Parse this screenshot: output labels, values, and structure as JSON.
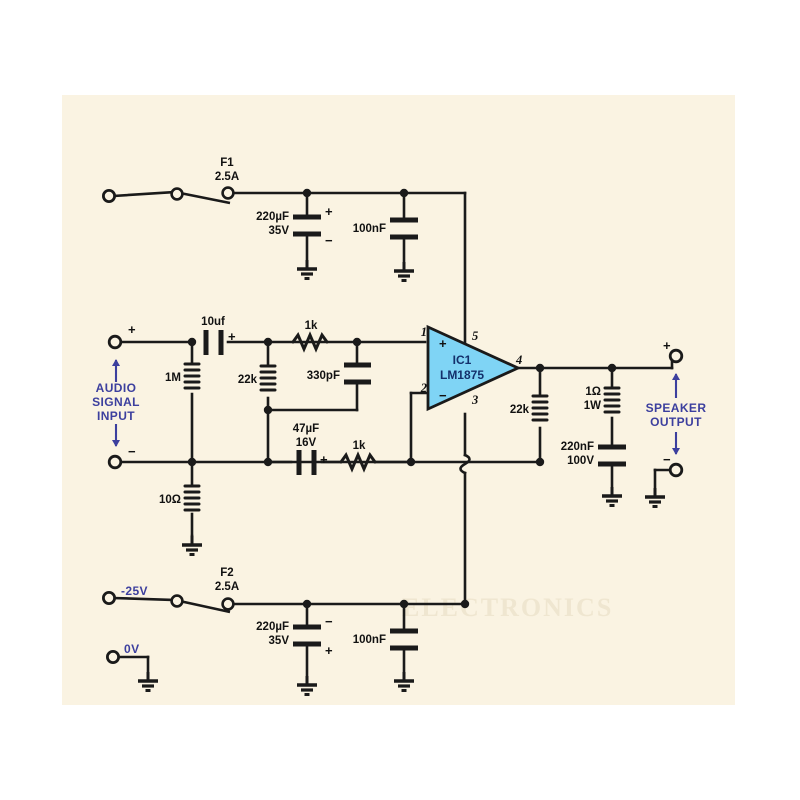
{
  "page": {
    "title": "LM1875 Audio Power Amplifier Schematic",
    "paper_color": "#faf3e2",
    "wire_color": "#1a1a1a",
    "ic_fill_color": "#7fd4f5",
    "annotation_color": "#3c3f9e",
    "watermark_text": "ELECTRONICS"
  },
  "ic": {
    "designator": "IC1",
    "part_number": "LM1875",
    "plus_symbol": "+",
    "minus_symbol": "−",
    "pins": {
      "in_noninv": "1",
      "in_inv": "2",
      "v_neg": "3",
      "output": "4",
      "v_pos": "5"
    }
  },
  "fuses": [
    {
      "ref": "F1",
      "rating": "2.5A"
    },
    {
      "ref": "F2",
      "rating": "2.5A"
    }
  ],
  "supply_labels": {
    "negative": "-25V",
    "ground": "0V"
  },
  "port_labels": {
    "input": "AUDIO\nSIGNAL\nINPUT",
    "input_line1": "AUDIO",
    "input_line2": "SIGNAL",
    "input_line3": "INPUT",
    "output_line1": "SPEAKER",
    "output_line2": "OUTPUT",
    "plus": "+",
    "minus": "−"
  },
  "components": [
    {
      "id": "c-psu-top-bulk",
      "type": "electrolytic-capacitor",
      "value": "220µF",
      "rating": "35V",
      "polarity_top": "+",
      "polarity_bottom": "−"
    },
    {
      "id": "c-psu-top-bypass",
      "type": "capacitor",
      "value": "100nF",
      "rating": ""
    },
    {
      "id": "c-input-coupling",
      "type": "electrolytic-capacitor",
      "value": "10uf",
      "rating": "",
      "polarity_right": "+"
    },
    {
      "id": "r-input-bias",
      "type": "resistor",
      "value": "1M",
      "rating": ""
    },
    {
      "id": "r-input-series",
      "type": "resistor",
      "value": "10Ω",
      "rating": ""
    },
    {
      "id": "r-fb-shunt-22k",
      "type": "resistor",
      "value": "22k",
      "rating": ""
    },
    {
      "id": "r-fb-series-1k-top",
      "type": "resistor",
      "value": "1k",
      "rating": ""
    },
    {
      "id": "c-comp-330pf",
      "type": "capacitor",
      "value": "330pF",
      "rating": ""
    },
    {
      "id": "c-fb-47uf",
      "type": "electrolytic-capacitor",
      "value": "47µF",
      "rating": "16V",
      "polarity_right": "+"
    },
    {
      "id": "r-fb-series-1k-bottom",
      "type": "resistor",
      "value": "1k",
      "rating": ""
    },
    {
      "id": "r-fb-22k",
      "type": "resistor",
      "value": "22k",
      "rating": ""
    },
    {
      "id": "r-zobel",
      "type": "resistor",
      "value": "1Ω",
      "rating": "1W"
    },
    {
      "id": "c-zobel",
      "type": "capacitor",
      "value": "220nF",
      "rating": "100V"
    },
    {
      "id": "c-psu-bot-bulk",
      "type": "electrolytic-capacitor",
      "value": "220µF",
      "rating": "35V",
      "polarity_top": "−",
      "polarity_bottom": "+"
    },
    {
      "id": "c-psu-bot-bypass",
      "type": "capacitor",
      "value": "100nF",
      "rating": ""
    }
  ],
  "text": {
    "f1_ref": "F1",
    "f1_rating": "2.5A",
    "f2_ref": "F2",
    "f2_rating": "2.5A",
    "c1_val": "220µF",
    "c1_rat": "35V",
    "c2_val": "100nF",
    "c3_val": "10uf",
    "r1_val": "1M",
    "r2_val": "10Ω",
    "r3_val": "22k",
    "r4_val": "1k",
    "c4_val": "330pF",
    "c5_val": "47µF",
    "c5_rat": "16V",
    "r5_val": "1k",
    "r6_val": "22k",
    "r7_val": "1Ω",
    "r7_rat": "1W",
    "c6_val": "220nF",
    "c6_rat": "100V",
    "c7_val": "220µF",
    "c7_rat": "35V",
    "c8_val": "100nF",
    "neg_rail": "-25V",
    "gnd_rail": "0V",
    "ic_ref": "IC1",
    "ic_part": "LM1875",
    "spk1": "SPEAKER",
    "spk2": "OUTPUT",
    "in1": "AUDIO",
    "in2": "SIGNAL",
    "in3": "INPUT"
  }
}
